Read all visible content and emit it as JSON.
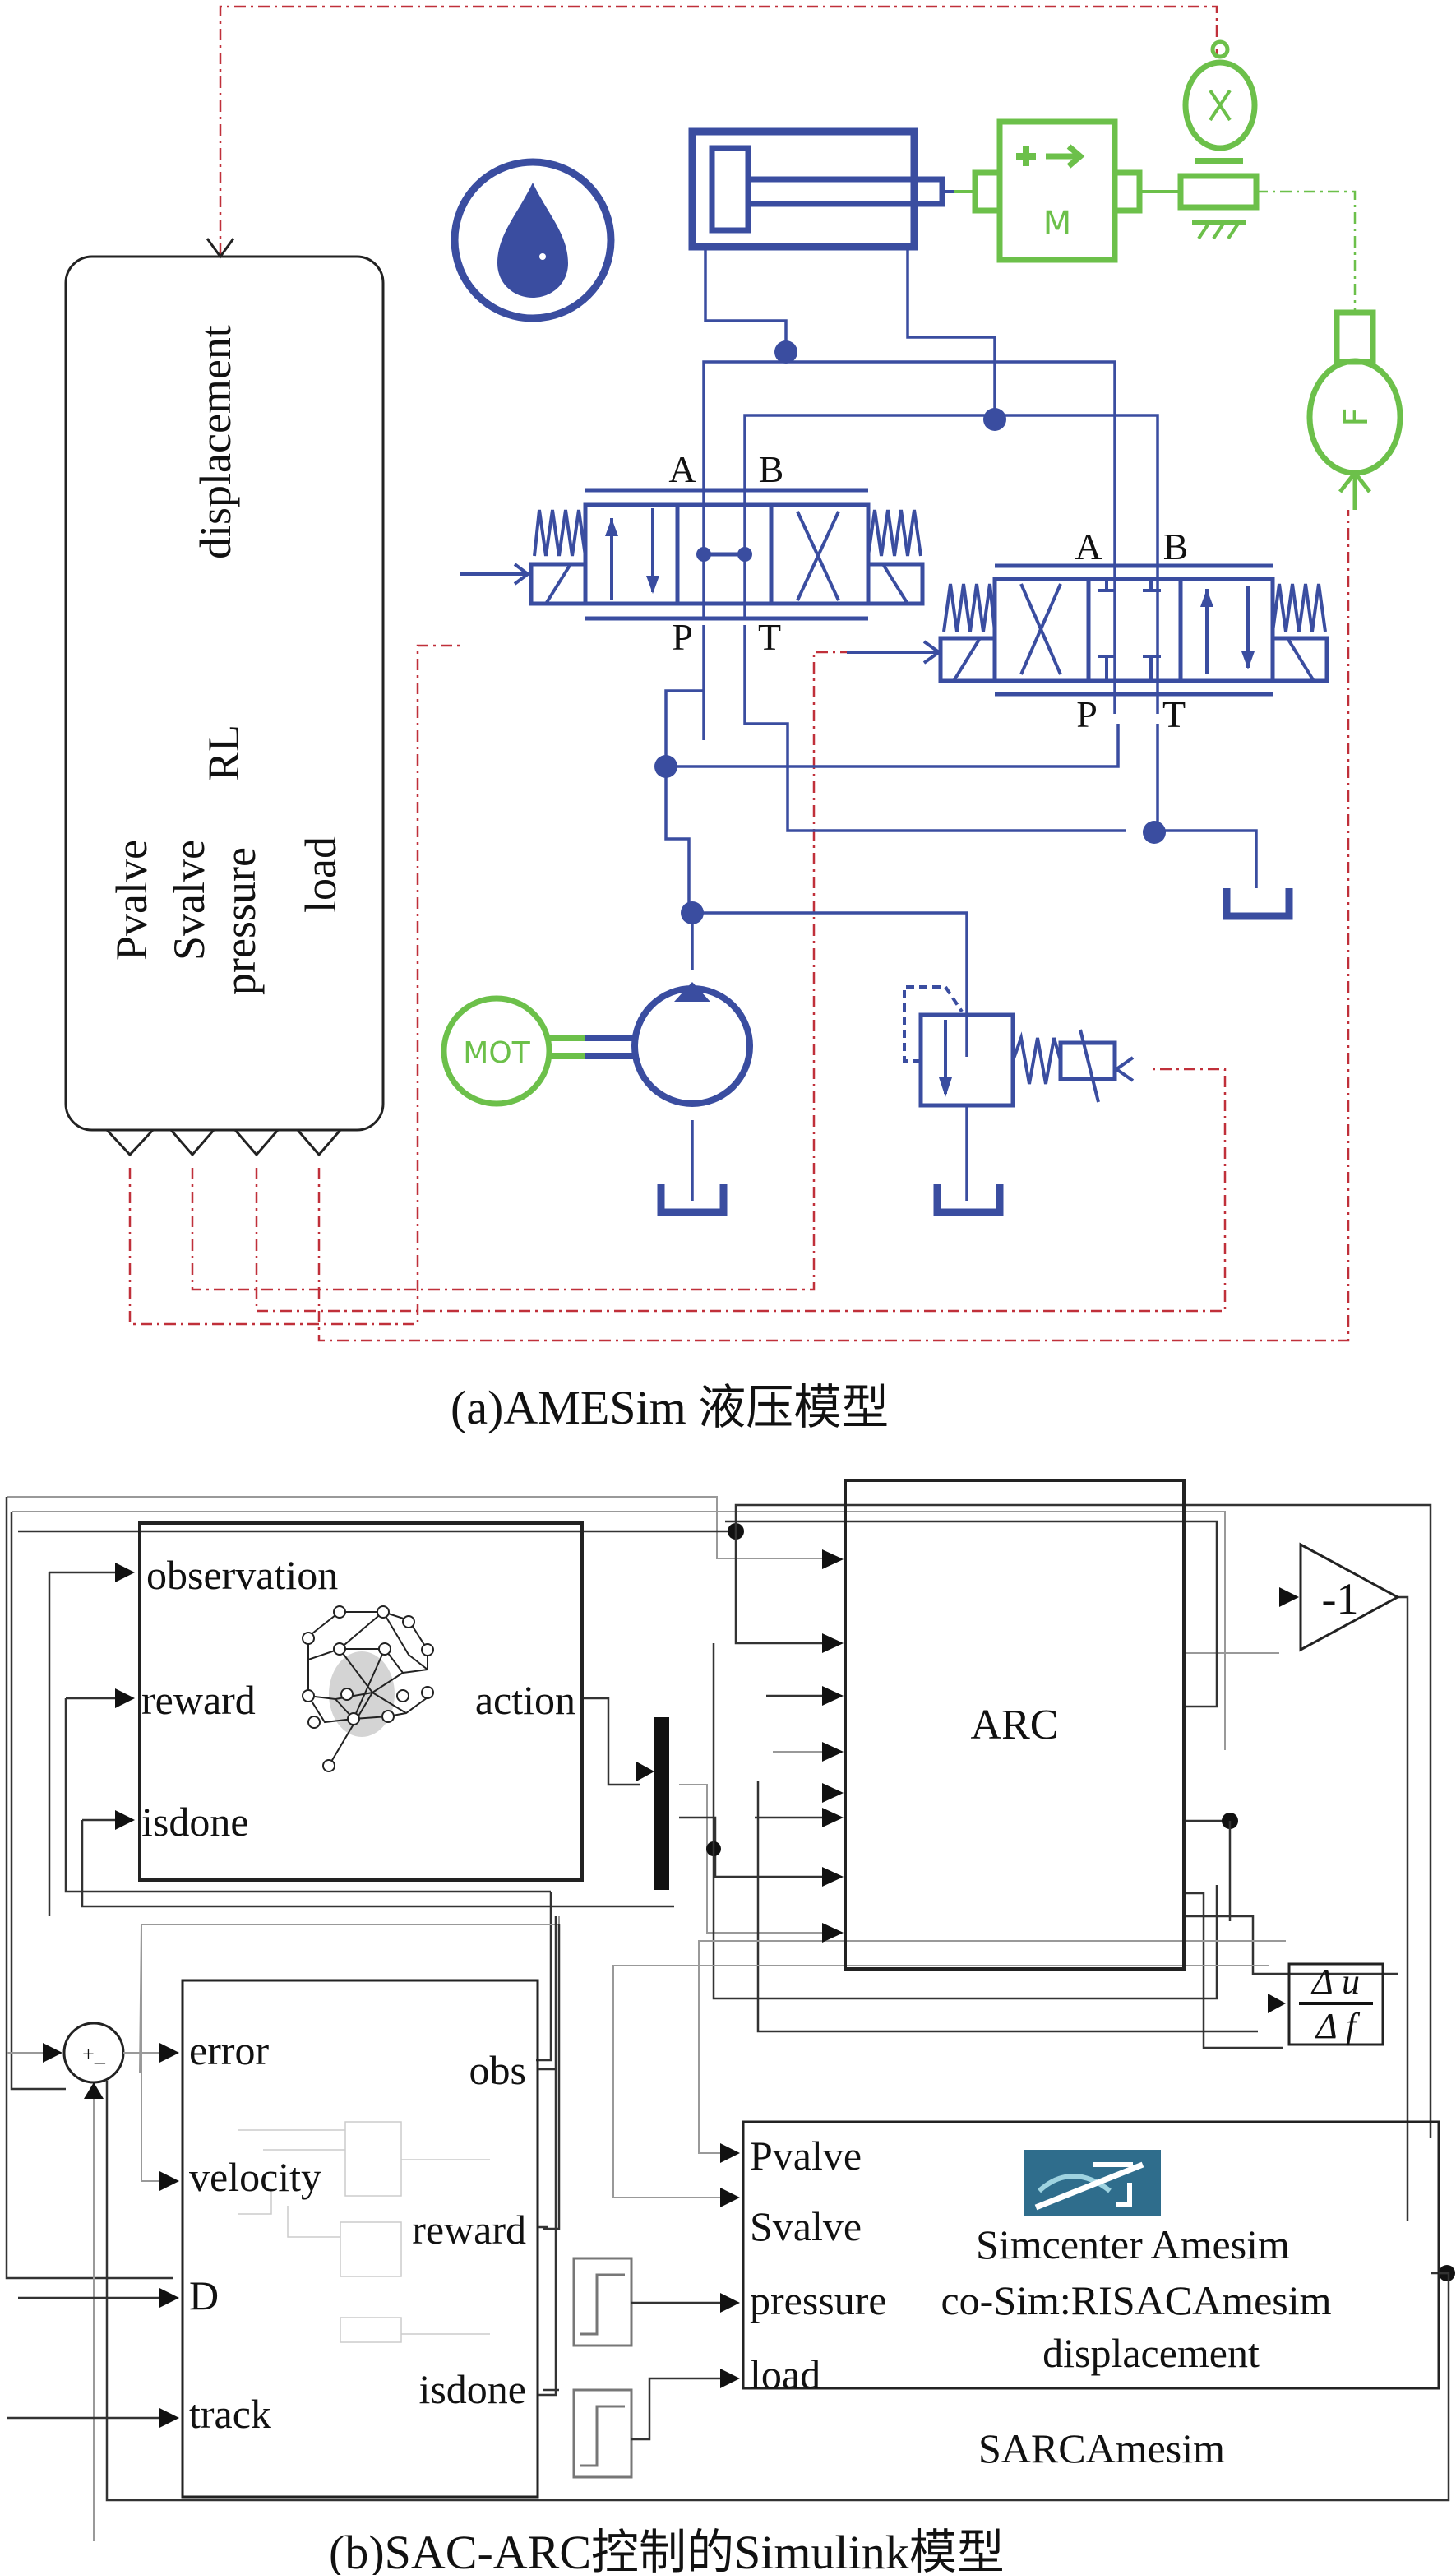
{
  "figure_a": {
    "caption": "(a)AMESim 液压模型",
    "rl_block": {
      "top_label": "displacement",
      "mid_label": "RL",
      "bottom_labels": [
        "Pvalve",
        "Svalve",
        "pressure",
        "load"
      ]
    },
    "valve1_ports": {
      "a": "A",
      "b": "B",
      "p": "P",
      "t": "T"
    },
    "valve2_ports": {
      "a": "A",
      "b": "B",
      "p": "P",
      "t": "T"
    },
    "motor_label": "MOT",
    "mass_label": "M",
    "force_label": "F",
    "sensor_label": "X",
    "colors": {
      "hydraulic": "#3a4da0",
      "mechanical": "#6cc04a",
      "signal": "#c0303a"
    }
  },
  "figure_b": {
    "caption": "(b)SAC-ARC控制的Simulink模型",
    "rl_agent": {
      "inputs": [
        "observation",
        "reward",
        "isdone"
      ],
      "output": "action"
    },
    "arc_block": {
      "label": "ARC"
    },
    "gain_block": {
      "label": "-1"
    },
    "derivative_block": {
      "numerator": "Δ u",
      "denominator": "Δ f"
    },
    "sum_block": {
      "signs": "+_"
    },
    "env_subsystem": {
      "inputs": [
        "error",
        "velocity",
        "D",
        "track"
      ],
      "outputs": [
        "obs",
        "reward",
        "isdone"
      ]
    },
    "amesim_block": {
      "inputs": [
        "Pvalve",
        "Svalve",
        "pressure",
        "load"
      ],
      "title_lines": [
        "Simcenter Amesim",
        "co-Sim:RISACAmesim",
        "displacement"
      ],
      "name": "SARCAmesim"
    }
  }
}
